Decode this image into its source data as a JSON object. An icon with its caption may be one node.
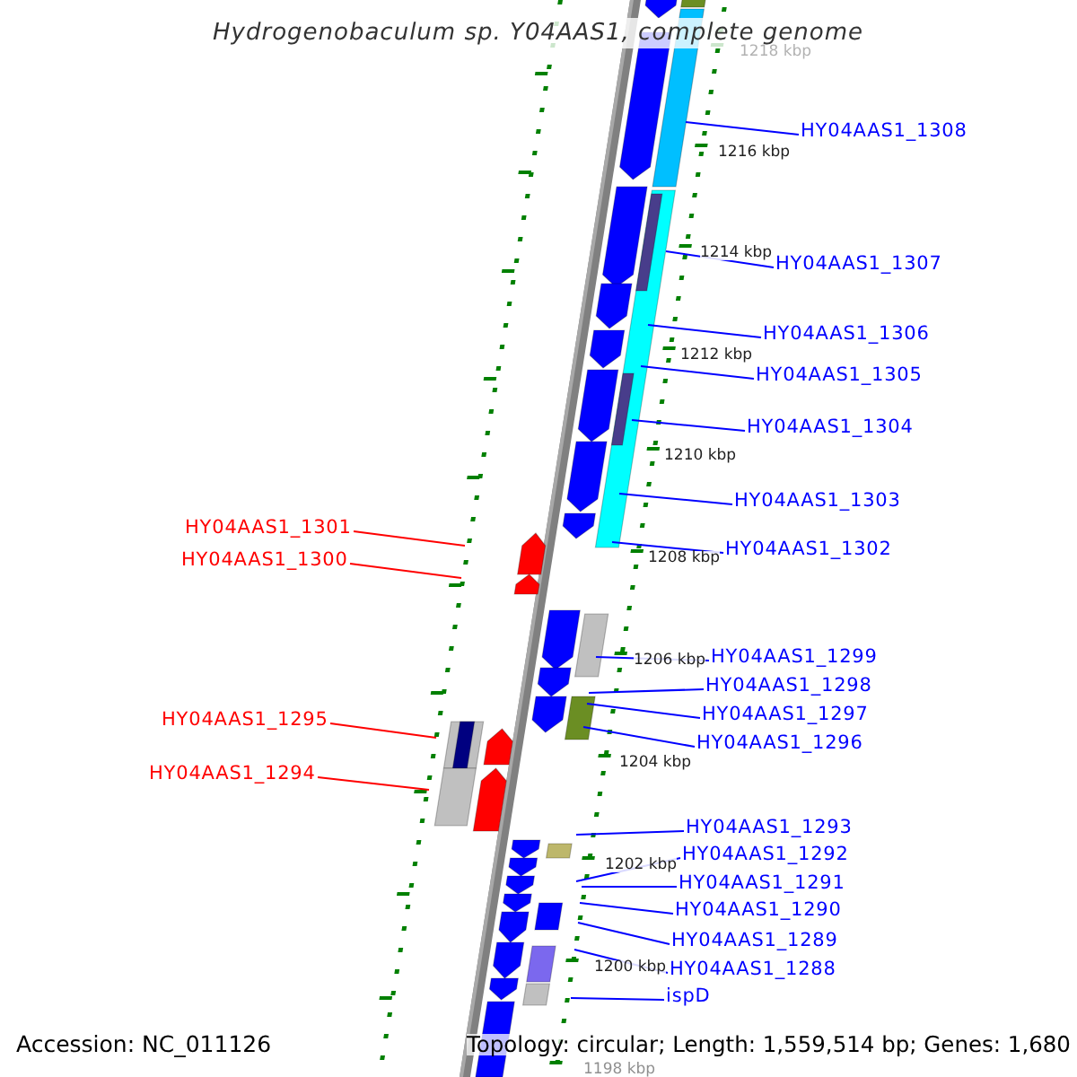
{
  "diagram": {
    "title": "Hydrogenobaculum sp. Y04AAS1, complete genome",
    "nodes": [
      {
        "text": [
          "HY04AAS1_1308"
        ]
      },
      {
        "text": [
          "HY04AAS1_1307"
        ]
      },
      {
        "text": [
          "HY04AAS1_1306"
        ]
      },
      {
        "text": [
          "HY04AAS1_1305"
        ]
      },
      {
        "text": [
          "HY04AAS1_1304"
        ]
      },
      {
        "text": [
          "HY04AAS1_1303"
        ]
      },
      {
        "text": [
          "HY04AAS1_1301"
        ]
      },
      {
        "text": [
          "HY04AAS1_1302"
        ]
      },
      {
        "text": [
          "HY04AAS1_1300"
        ]
      },
      {
        "text": [
          "HY04AAS1_1299"
        ]
      },
      {
        "text": [
          "HY04AAS1_1298"
        ]
      },
      {
        "text": [
          "HY04AAS1_1297"
        ]
      },
      {
        "text": [
          "HY04AAS1_1295"
        ]
      },
      {
        "text": [
          "HY04AAS1_1296"
        ]
      },
      {
        "text": [
          "HY04AAS1_1294"
        ]
      },
      {
        "text": [
          "HY04AAS1_1293"
        ]
      },
      {
        "text": [
          "HY04AAS1_1292"
        ]
      },
      {
        "text": [
          "HY04AAS1_1291"
        ]
      },
      {
        "text": [
          "HY04AAS1_1290"
        ]
      },
      {
        "text": [
          "HY04AAS1_1289"
        ]
      },
      {
        "text": [
          "HY04AAS1_1288"
        ]
      },
      {
        "text": [
          "ispD"
        ]
      }
    ],
    "edges": [
      {
        "from": 0,
        "to": null,
        "arrow": "none"
      },
      {
        "from": 1,
        "to": null,
        "arrow": "none"
      },
      {
        "from": 2,
        "to": null,
        "arrow": "none"
      },
      {
        "from": 3,
        "to": null,
        "arrow": "none"
      },
      {
        "from": 4,
        "to": null,
        "arrow": "none"
      },
      {
        "from": 5,
        "to": null,
        "arrow": "none"
      },
      {
        "from": 6,
        "to": null,
        "arrow": "none",
        "color": "#ff0000"
      },
      {
        "from": 7,
        "to": null,
        "arrow": "none"
      },
      {
        "from": 8,
        "to": null,
        "arrow": "none",
        "color": "#ff0000"
      },
      {
        "from": 9,
        "to": null,
        "arrow": "none"
      },
      {
        "from": 10,
        "to": null,
        "arrow": "none"
      },
      {
        "from": 11,
        "to": null,
        "arrow": "none"
      },
      {
        "from": 12,
        "to": null,
        "arrow": "none",
        "color": "#ff0000"
      },
      {
        "from": 13,
        "to": null,
        "arrow": "none"
      },
      {
        "from": 14,
        "to": null,
        "arrow": "none",
        "color": "#ff0000"
      },
      {
        "from": 15,
        "to": null,
        "arrow": "none"
      },
      {
        "from": 16,
        "to": null,
        "arrow": "none"
      },
      {
        "from": 17,
        "to": null,
        "arrow": "none"
      },
      {
        "from": 18,
        "to": null,
        "arrow": "none"
      },
      {
        "from": 19,
        "to": null,
        "arrow": "none"
      },
      {
        "from": 20,
        "to": null,
        "arrow": "none"
      },
      {
        "from": 21,
        "to": null,
        "arrow": "none"
      }
    ],
    "labels": [
      "1218 kbp",
      "1216 kbp",
      "1214 kbp",
      "1212 kbp",
      "1210 kbp",
      "1208 kbp",
      "1206 kbp",
      "1204 kbp",
      "1202 kbp",
      "1200 kbp",
      "1198 kbp",
      "Accession: NC_011126",
      "Topology: circular; Length: 1,559,514 bp; Genes: 1,680"
    ]
  }
}
